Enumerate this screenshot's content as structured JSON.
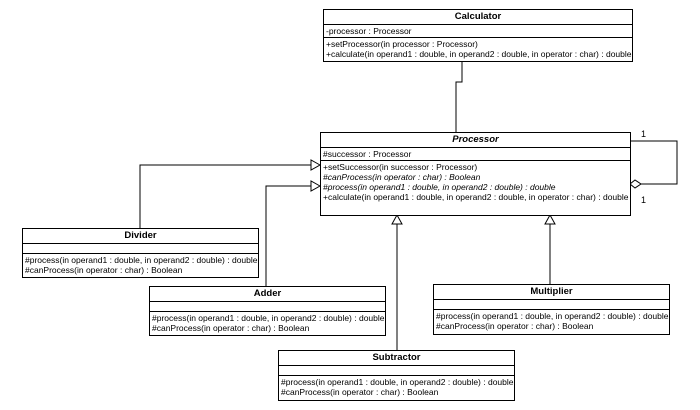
{
  "classes": {
    "calculator": {
      "name": "Calculator",
      "attributes": [
        "-processor : Processor"
      ],
      "operations": [
        "+setProcessor(in processor : Processor)",
        "+calculate(in operand1 : double, in operand2 : double, in operator : char) : double"
      ]
    },
    "processor": {
      "name": "Processor",
      "attributes": [
        "#successor : Processor"
      ],
      "operations": [
        "+setSuccessor(in successor : Processor)",
        "#canProcess(in operator : char) : Boolean",
        "#process(in operand1 : double, in operand2 : double) : double",
        "+calculate(in operand1 : double, in operand2 : double, in operator : char) : double"
      ]
    },
    "divider": {
      "name": "Divider",
      "operations": [
        "#process(in operand1 : double, in operand2 : double) : double",
        "#canProcess(in operator : char) : Boolean"
      ]
    },
    "adder": {
      "name": "Adder",
      "operations": [
        "#process(in operand1 : double, in operand2 : double) : double",
        "#canProcess(in operator : char) : Boolean"
      ]
    },
    "subtractor": {
      "name": "Subtractor",
      "operations": [
        "#process(in operand1 : double, in operand2 : double) : double",
        "#canProcess(in operator : char) : Boolean"
      ]
    },
    "multiplier": {
      "name": "Multiplier",
      "operations": [
        "#process(in operand1 : double, in operand2 : double) : double",
        "#canProcess(in operator : char) : Boolean"
      ]
    }
  },
  "multiplicities": {
    "top": "1",
    "bottom": "1"
  }
}
